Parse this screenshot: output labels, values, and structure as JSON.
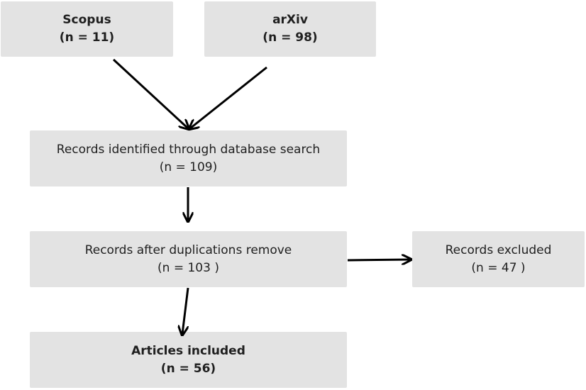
{
  "boxes": {
    "scopus": {
      "title": "Scopus",
      "count": "(n = 11)"
    },
    "arxiv": {
      "title": "arXiv",
      "count": "(n = 98)"
    },
    "identified": {
      "title": "Records identified through database search",
      "count": "(n = 109)"
    },
    "after_dedup": {
      "title": "Records after duplications remove",
      "count": "(n = 103 )"
    },
    "excluded": {
      "title": "Records excluded",
      "count": "(n = 47 )"
    },
    "included": {
      "title": "Articles included",
      "count": "(n = 56)"
    }
  },
  "colors": {
    "box_fill": "#e3e3e3",
    "arrow": "#000000",
    "text": "#1f1f1f"
  }
}
